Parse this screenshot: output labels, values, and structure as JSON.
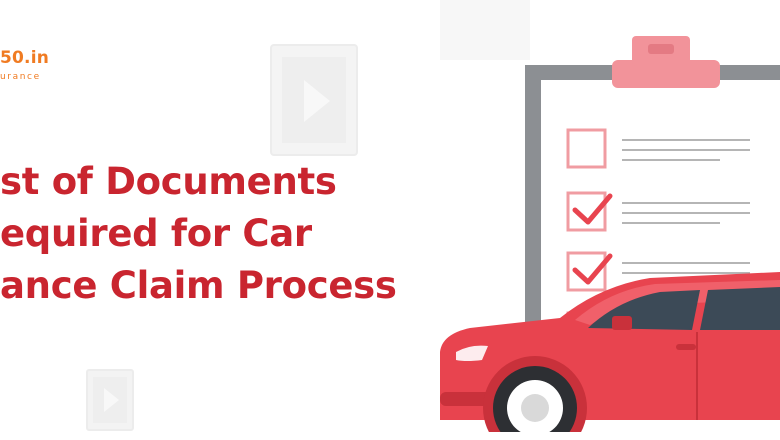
{
  "brand": {
    "logo_text": "50.in",
    "logo_tagline": "urance"
  },
  "headline": {
    "line1": "st of Documents",
    "line2": "equired for Car",
    "line3": "ance Claim Process"
  },
  "colors": {
    "headline": "#c9252f",
    "brand_orange": "#f07b22",
    "car_red": "#e8444f",
    "clipboard_pink": "#f2939a"
  }
}
